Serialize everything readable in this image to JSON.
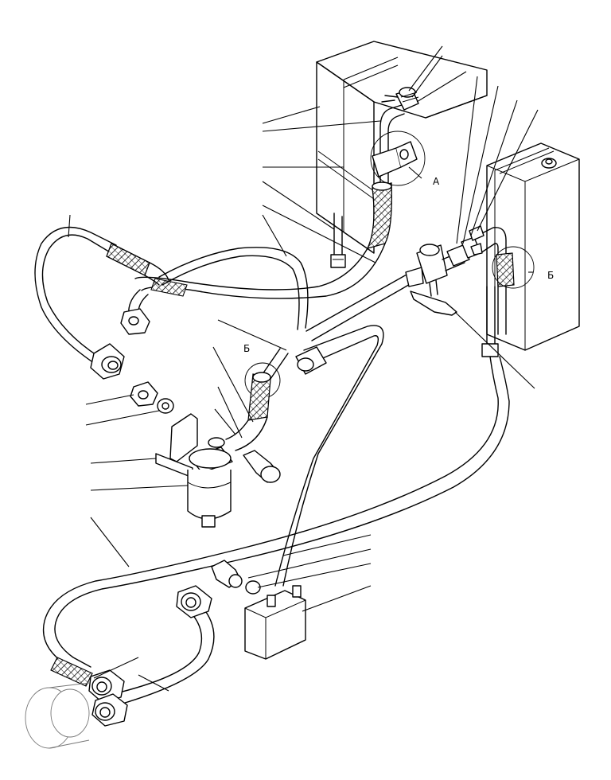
{
  "labels": {
    "detail_a": "А",
    "detail_b_right": "Б",
    "detail_b_left": "Б"
  }
}
